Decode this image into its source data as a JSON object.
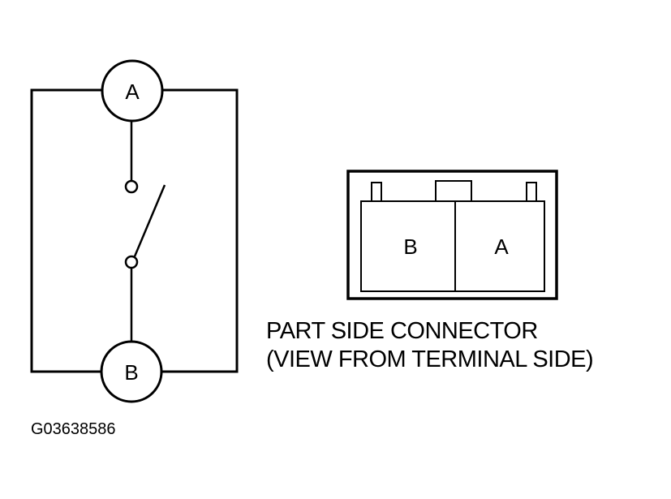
{
  "schematic": {
    "terminal_a_label": "A",
    "terminal_b_label": "B"
  },
  "connector": {
    "cavity_left_label": "B",
    "cavity_right_label": "A",
    "caption_line_1": "PART SIDE CONNECTOR",
    "caption_line_2": "(VIEW FROM TERMINAL SIDE)"
  },
  "figure_id": "G03638586"
}
